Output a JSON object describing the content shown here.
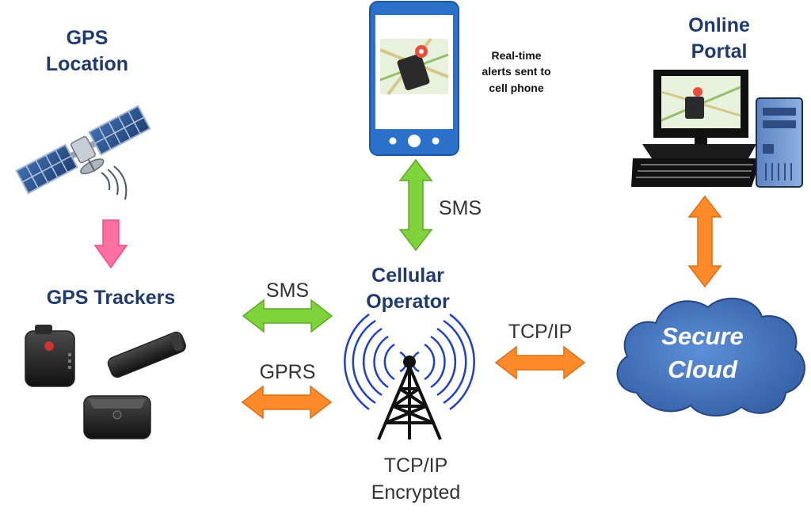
{
  "labels": {
    "gps_location": "GPS\nLocation",
    "gps_trackers": "GPS Trackers",
    "phone_alert": "Real-time\nalerts sent to\ncell phone",
    "sms_phone": "SMS",
    "online_portal": "Online\nPortal",
    "cellular_operator": "Cellular\nOperator",
    "sms_tracker": "SMS",
    "gprs": "GPRS",
    "tcpip_cloud": "TCP/IP",
    "tcpip_encrypted": "TCP/IP\nEncrypted",
    "secure_cloud": "Secure\nCloud"
  },
  "colors": {
    "title_blue": "#1f3a6e",
    "arrow_pink": "#ff6fa0",
    "arrow_green": "#7ed23a",
    "arrow_orange": "#ff8a2a",
    "phone_blue": "#2b70c9",
    "cloud_blue": "#3e6cb0"
  }
}
